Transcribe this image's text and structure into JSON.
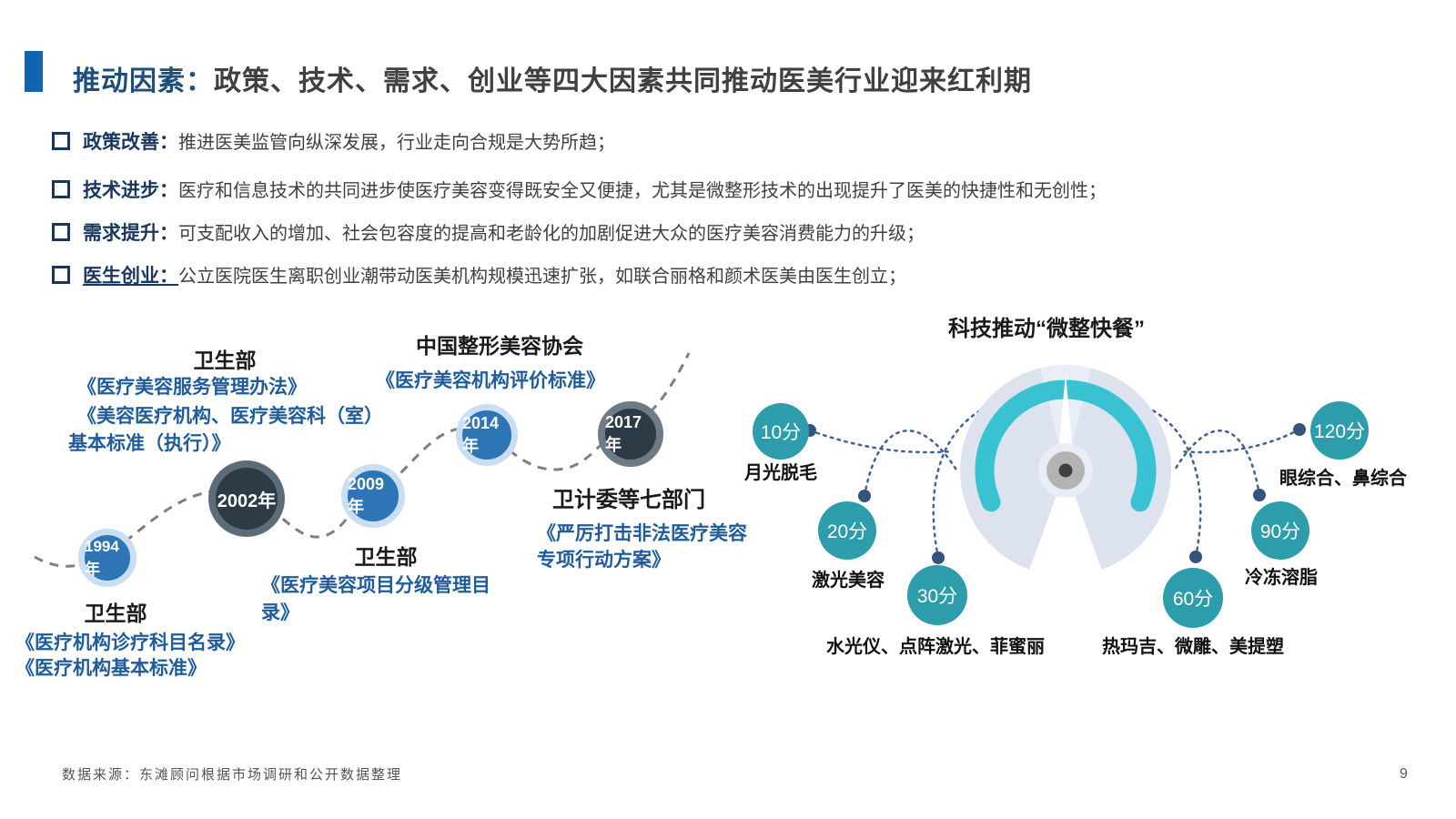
{
  "title": {
    "prefix": "推动因素：",
    "rest": "政策、技术、需求、创业等四大因素共同推动医美行业迎来红利期"
  },
  "bullets": [
    {
      "lead": "政策改善：",
      "text": "推进医美监管向纵深发展，行业走向合规是大势所趋；"
    },
    {
      "lead": "技术进步：",
      "text": "医疗和信息技术的共同进步使医疗美容变得既安全又便捷，尤其是微整形技术的出现提升了医美的快捷性和无创性；"
    },
    {
      "lead": "需求提升：",
      "text": "可支配收入的增加、社会包容度的提高和老龄化的加剧促进大众的医疗美容消费能力的升级；"
    },
    {
      "lead": "医生创业：",
      "text": "公立医院医生离职创业潮带动医美机构规模迅速扩张，如联合丽格和颜术医美由医生创立；"
    }
  ],
  "timeline": {
    "milestones": [
      {
        "year": "1994年"
      },
      {
        "year": "2002年"
      },
      {
        "year": "2009年"
      },
      {
        "year": "2014年"
      },
      {
        "year": "2017年"
      }
    ],
    "blocks": {
      "top": {
        "org": "卫生部",
        "lines": [
          "《医疗美容服务管理办法》",
          "《美容医疗机构、医疗美容科（室）",
          "基本标准（执行）》"
        ]
      },
      "y1994": {
        "org": "卫生部",
        "lines": [
          "《医疗机构诊疗科目名录》",
          "《医疗机构基本标准》"
        ]
      },
      "y2009": {
        "org": "卫生部",
        "lines": [
          "《医疗美容项目分级管理目",
          "录》"
        ]
      },
      "y2014": {
        "org": "中国整形美容协会",
        "lines": [
          "《医疗美容机构评价标准》"
        ]
      },
      "y2017": {
        "org": "卫计委等七部门",
        "lines": [
          "《严厉打击非法医疗美容",
          "专项行动方案》"
        ]
      }
    }
  },
  "gauge": {
    "title": "科技推动“微整快餐”",
    "items": [
      {
        "duration": "10分",
        "label": "月光脱毛"
      },
      {
        "duration": "20分",
        "label": "激光美容"
      },
      {
        "duration": "30分",
        "label": "水光仪、点阵激光、菲蜜丽"
      },
      {
        "duration": "60分",
        "label": "热玛吉、微雕、美提塑"
      },
      {
        "duration": "90分",
        "label": "冷冻溶脂"
      },
      {
        "duration": "120分",
        "label": "眼综合、鼻综合"
      }
    ]
  },
  "footer": {
    "source": "数据来源：东滩顾问根据市场调研和公开数据整理",
    "page": "9"
  },
  "colors": {
    "accent_bar": "#1164b2",
    "title_prefix": "#1f4e79",
    "body_text": "#404040",
    "bullet_navy": "#17375e",
    "doc_blue": "#1f5c99",
    "circle_blue": "#2e75b6",
    "circle_blue_ring": "#c9def2",
    "circle_dark": "#2c3b45",
    "teal_circle": "#2e9dab",
    "gauge_arc": "#39c2d2",
    "gauge_fan": "#dce3ef",
    "connector_navy": "#35547d",
    "dashed_gray": "#7f7f7f"
  }
}
